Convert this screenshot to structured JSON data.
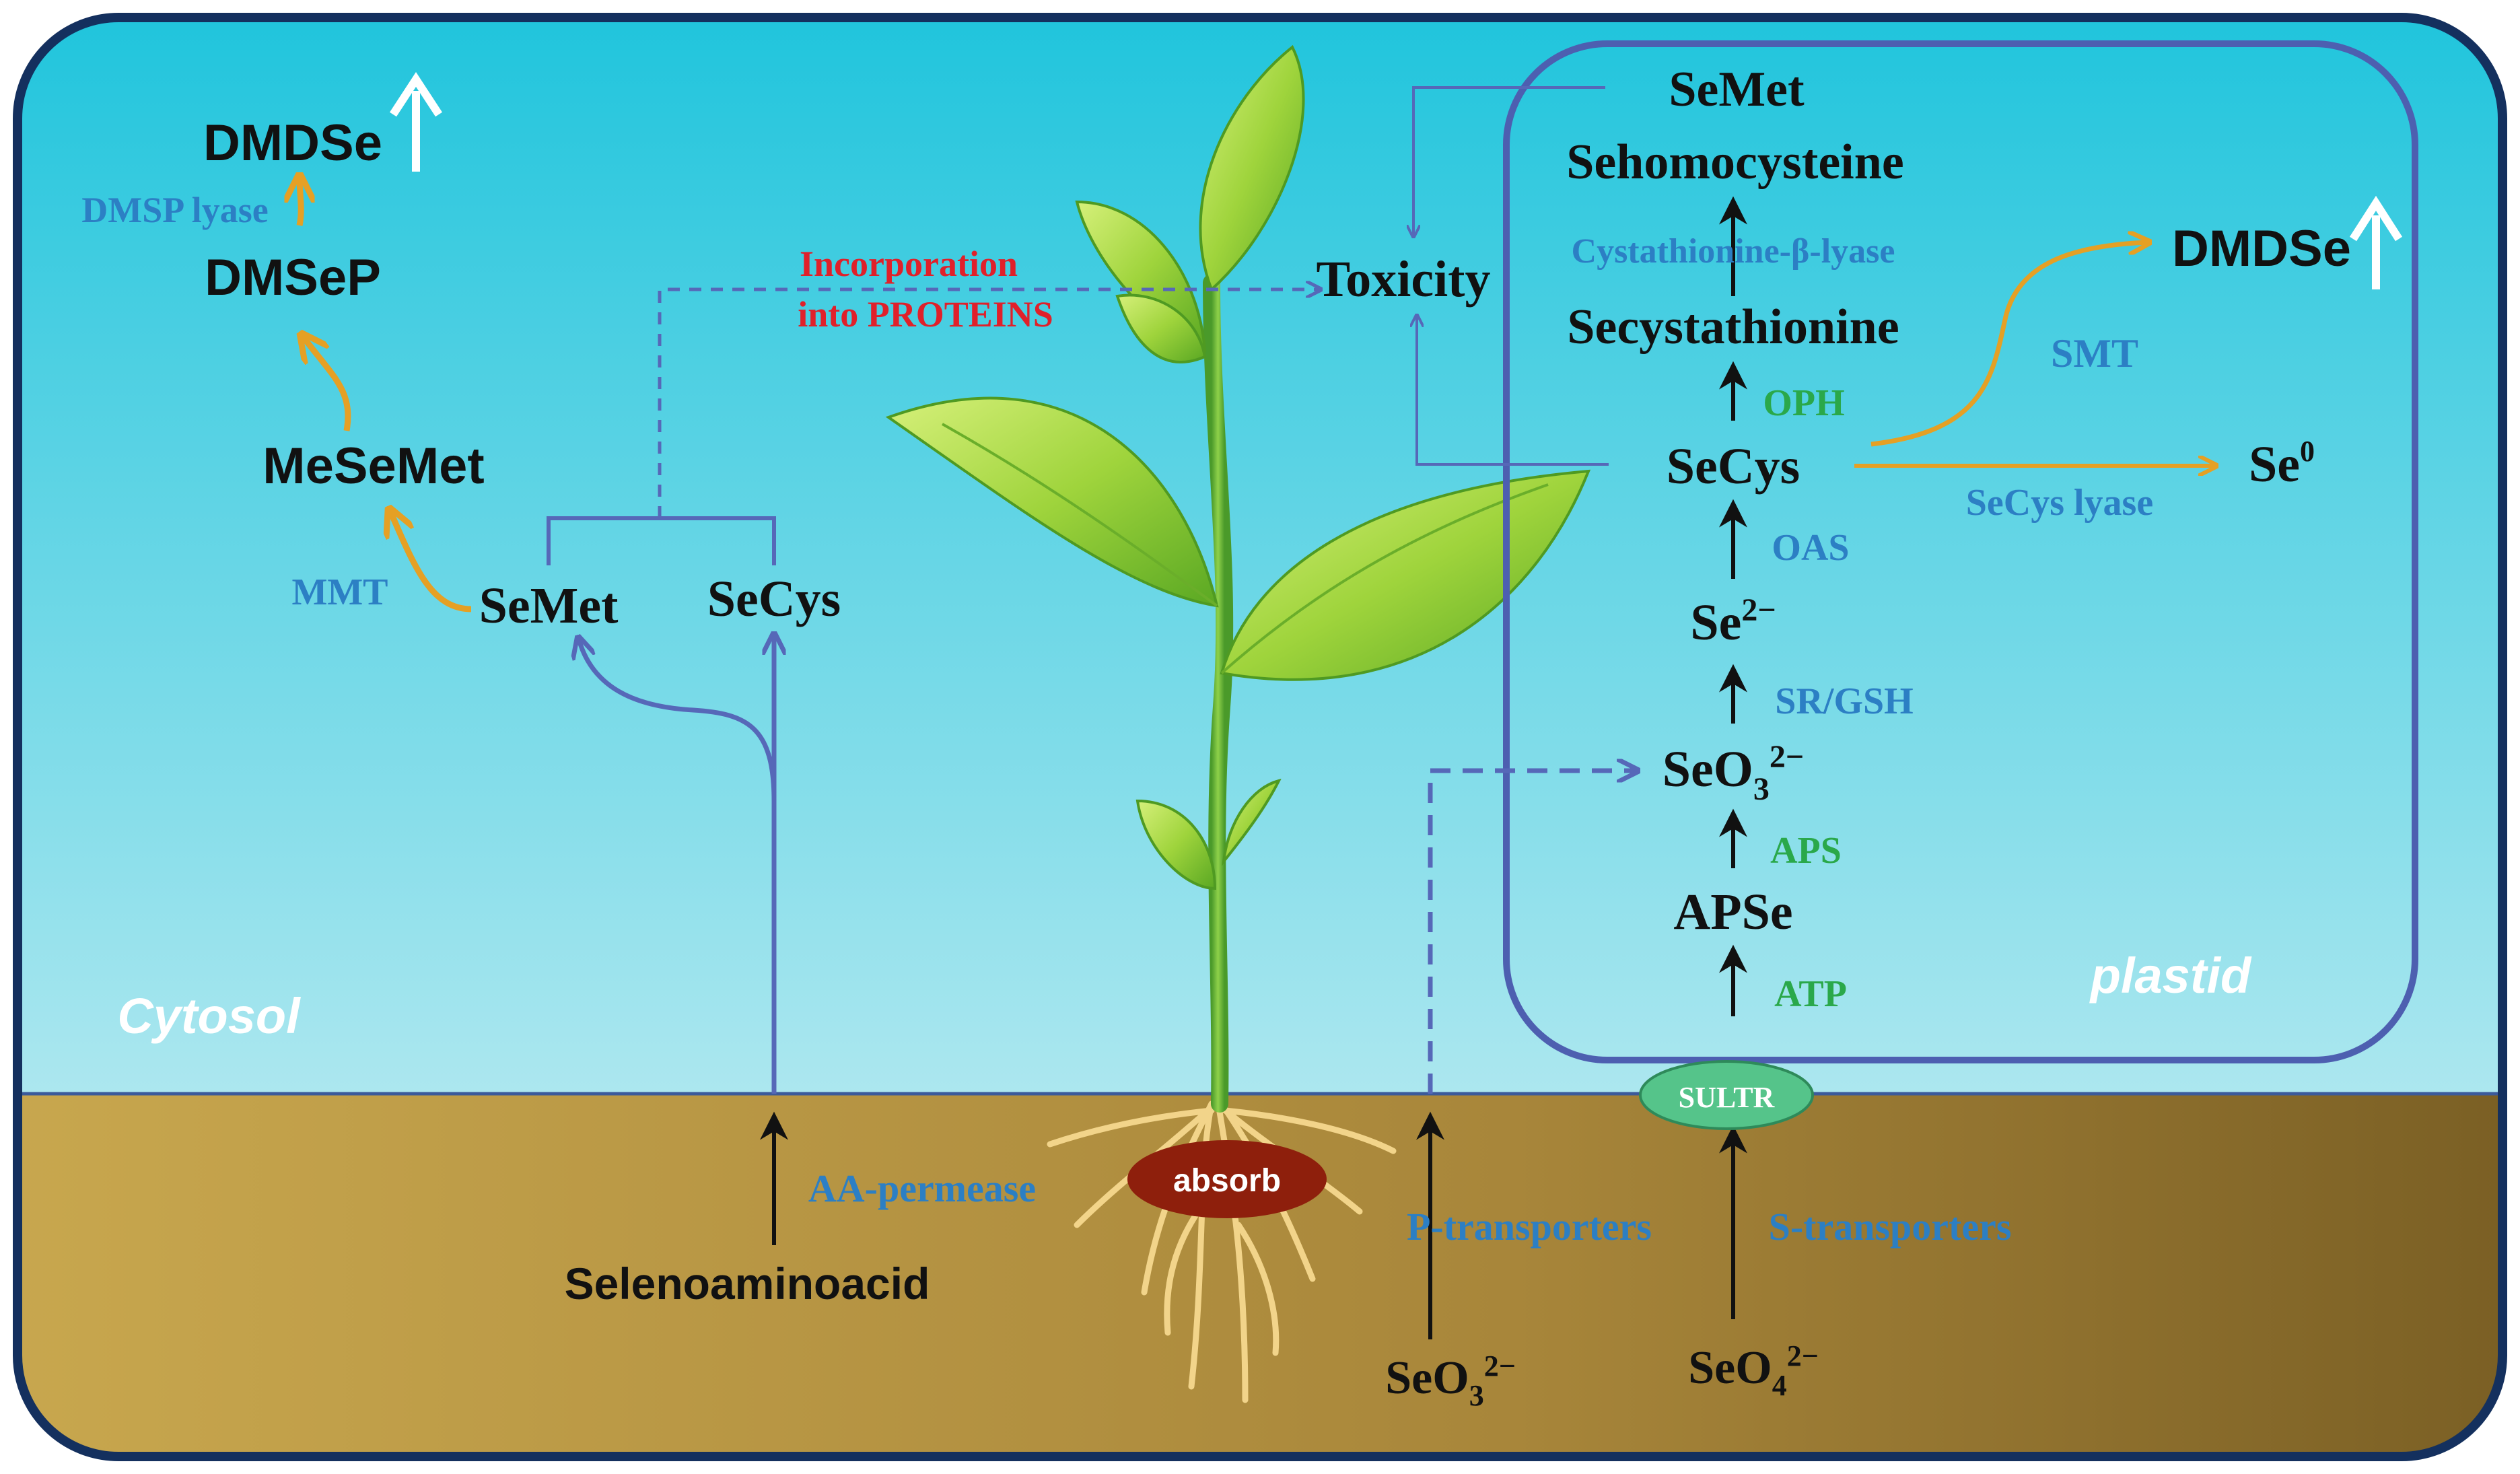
{
  "cytosol": {
    "label": "Cytosol",
    "dmdse": "DMDSe",
    "dmsp_lyase": "DMSP lyase",
    "dmsep": "DMSeP",
    "mesemet": "MeSeMet",
    "mmt": "MMT",
    "semet": "SeMet",
    "secys": "SeCys",
    "incorporation_line1": "Incorporation",
    "incorporation_line2": "into PROTEINS",
    "toxicity": "Toxicity"
  },
  "plastid": {
    "label": "plastid",
    "semet": "SeMet",
    "sehomocysteine": "Sehomocysteine",
    "cystathionine_lyase": "Cystathionine-β-lyase",
    "secystathionine": "Secystathionine",
    "oph": "OPH",
    "secys": "SeCys",
    "oas": "OAS",
    "selenide_base": "Se",
    "selenide_sup": "2−",
    "sr_gsh": "SR/GSH",
    "selenite_base": "SeO",
    "selenite_sub": "3",
    "selenite_sup": "2−",
    "aps": "APS",
    "apse": "APSe",
    "atp": "ATP",
    "dmdse": "DMDSe",
    "smt": "SMT",
    "se0_base": "Se",
    "se0_sup": "0",
    "secys_lyase": "SeCys lyase"
  },
  "soil": {
    "absorb": "absorb",
    "sultr": "SULTR",
    "aa_permease": "AA-permease",
    "selenoaminoacid": "Selenoaminoacid",
    "p_transporters": "P-transporters",
    "s_transporters": "S-transporters",
    "selenite_base": "SeO",
    "selenite_sub": "3",
    "selenite_sup": "2−",
    "selenate_base": "SeO",
    "selenate_sub": "4",
    "selenate_sup": "2−"
  },
  "colors": {
    "sky_top": "#22c4dc",
    "sky_bottom": "#a8e6ef",
    "soil_left": "#c7a64d",
    "soil_right": "#7d6226",
    "frame": "#14305e",
    "plastid_border": "#4d5fb0",
    "pathway_blue": "#5668b8",
    "orange_arrow": "#e5a024",
    "enzyme_blue": "#2c7fc4",
    "enzyme_green": "#2aa84a",
    "red_label": "#e0202a",
    "absorb_fill": "#8e1f0c",
    "sultr_fill": "#55c48a"
  }
}
